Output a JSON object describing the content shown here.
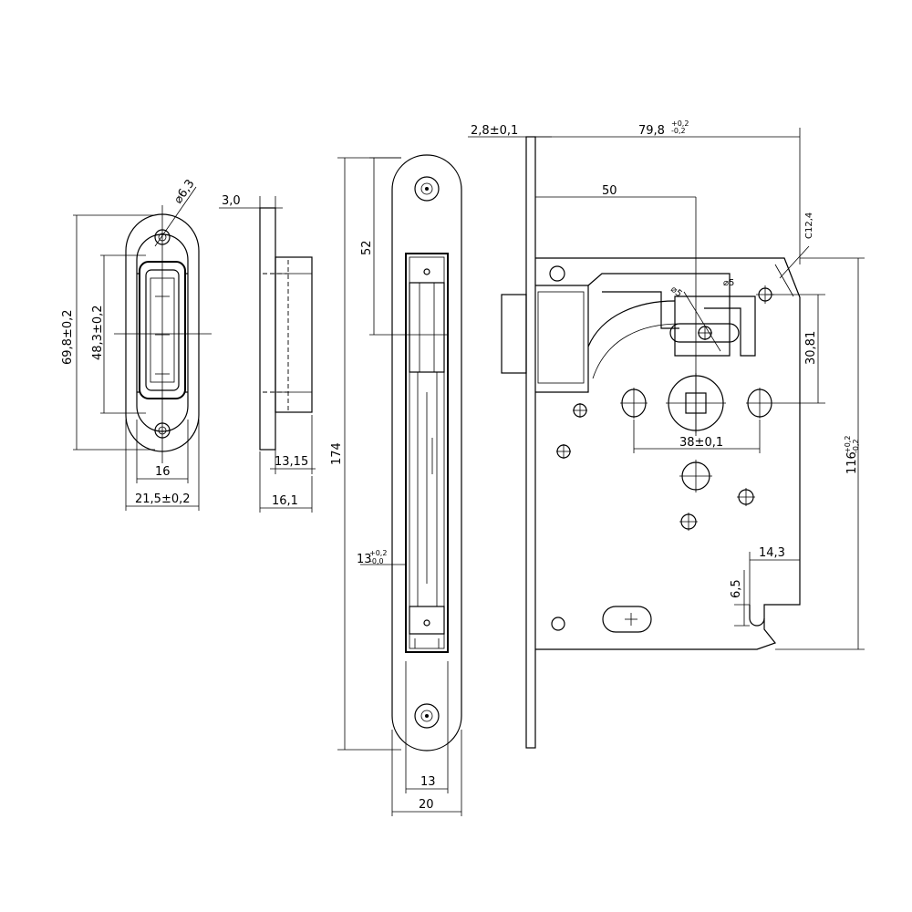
{
  "strike_plate": {
    "hole_dia": "⌀6,3",
    "total_height_main": "69,8",
    "total_height_tol": "±0,2",
    "inner_height_main": "48,3",
    "inner_height_tol": "±0,2",
    "inner_width": "16",
    "total_width_main": "21,5",
    "total_width_tol": "±0,2"
  },
  "strike_side": {
    "thickness": "3,0",
    "depth_1": "13,15",
    "depth_2": "16,1"
  },
  "faceplate": {
    "length": "174",
    "latch_offset": "52",
    "slot_main": "13",
    "slot_tol_top": "+0,2",
    "slot_tol_bottom": "-0,0",
    "slot_width": "13",
    "plate_width": "20"
  },
  "lock_body": {
    "front_thickness_main": "2,8",
    "front_thickness_tol": "±0,1",
    "total_depth_main": "79,8",
    "total_depth_tol_top": "+0,2",
    "total_depth_tol_bottom": "-0,2",
    "backset": "50",
    "chamfer": "C12,4",
    "hole_dia_1": "⌀5",
    "hole_dia_2": "⌀5",
    "vertical_offset": "30,81",
    "spindle_distance_main": "38",
    "spindle_distance_tol": "±0,1",
    "body_height_main": "116",
    "body_height_tol_top": "+0,2",
    "body_height_tol_bottom": "-0,2",
    "bottom_depth": "14,3",
    "bottom_notch": "6,5"
  }
}
